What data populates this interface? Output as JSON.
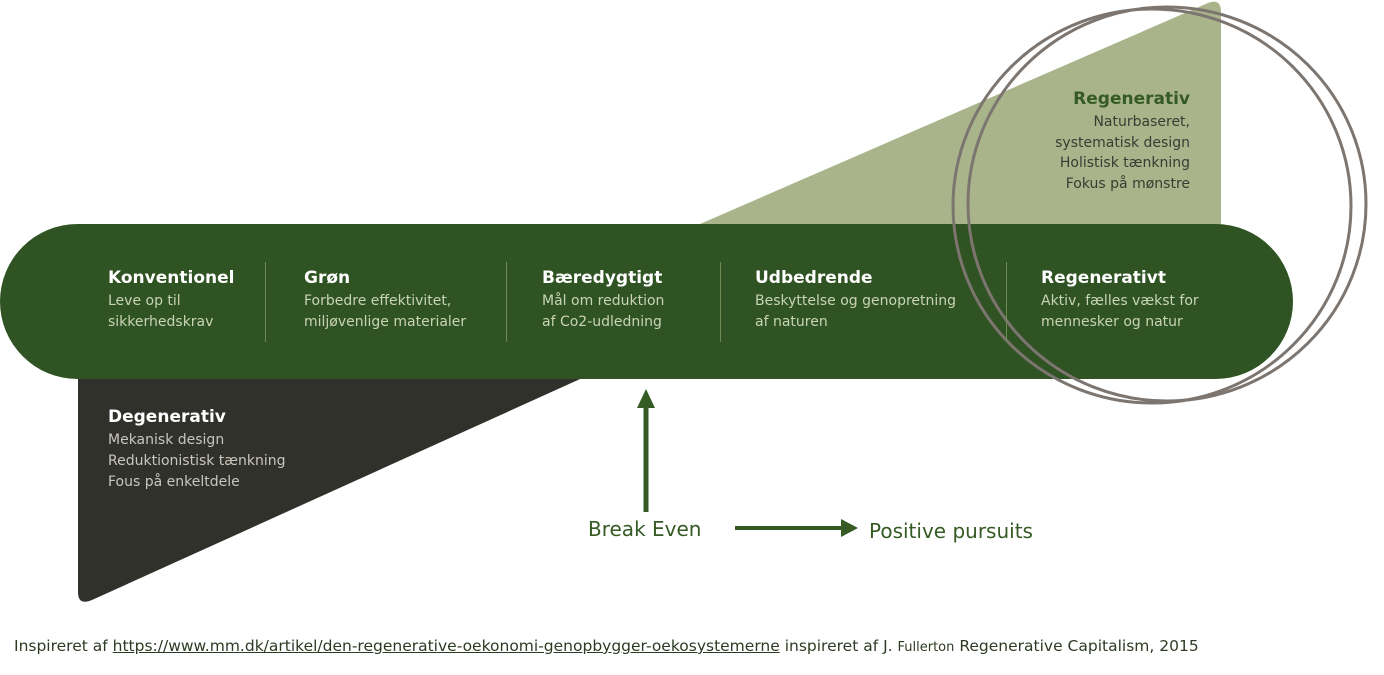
{
  "diagram": {
    "regenerativ_zone": {
      "title": "Regenerativ",
      "lines": [
        "Naturbaseret,",
        "systematisk design",
        "Holistisk tænkning",
        "Fokus på mønstre"
      ]
    },
    "degenerativ_zone": {
      "title": "Degenerativ",
      "lines": [
        "Mekanisk design",
        "Reduktionistisk tænkning",
        "Fous på enkeltdele"
      ]
    },
    "stages": [
      {
        "title": "Konventionel",
        "lines": [
          "Leve op til",
          "sikkerhedskrav"
        ]
      },
      {
        "title": "Grøn",
        "lines": [
          "Forbedre effektivitet,",
          "miljøvenlige materialer"
        ]
      },
      {
        "title": "Bæredygtigt",
        "lines": [
          "Mål om reduktion",
          "af Co2-udledning"
        ]
      },
      {
        "title": "Udbedrende",
        "lines": [
          "Beskyttelse og genopretning",
          "af naturen"
        ]
      },
      {
        "title": "Regenerativt",
        "lines": [
          "Aktiv, fælles vækst for",
          "mennesker og natur"
        ]
      }
    ],
    "break_even_label": "Break Even",
    "positive_label": "Positive pursuits"
  },
  "footer": {
    "prefix": "Inspireret af ",
    "link_text": "https://www.mm.dk/artikel/den-regenerative-oekonomi-genopbygger-oekosystemerne",
    "middle": " inspireret af J. ",
    "author_small": "Fullerton",
    "suffix": " Regenerative Capitalism, 2015"
  },
  "colors": {
    "band": "#2f5323",
    "regen_triangle": "#a9b48a",
    "degen_triangle": "#31312c",
    "circles": "#7d756f",
    "accent_text": "#355a24"
  }
}
